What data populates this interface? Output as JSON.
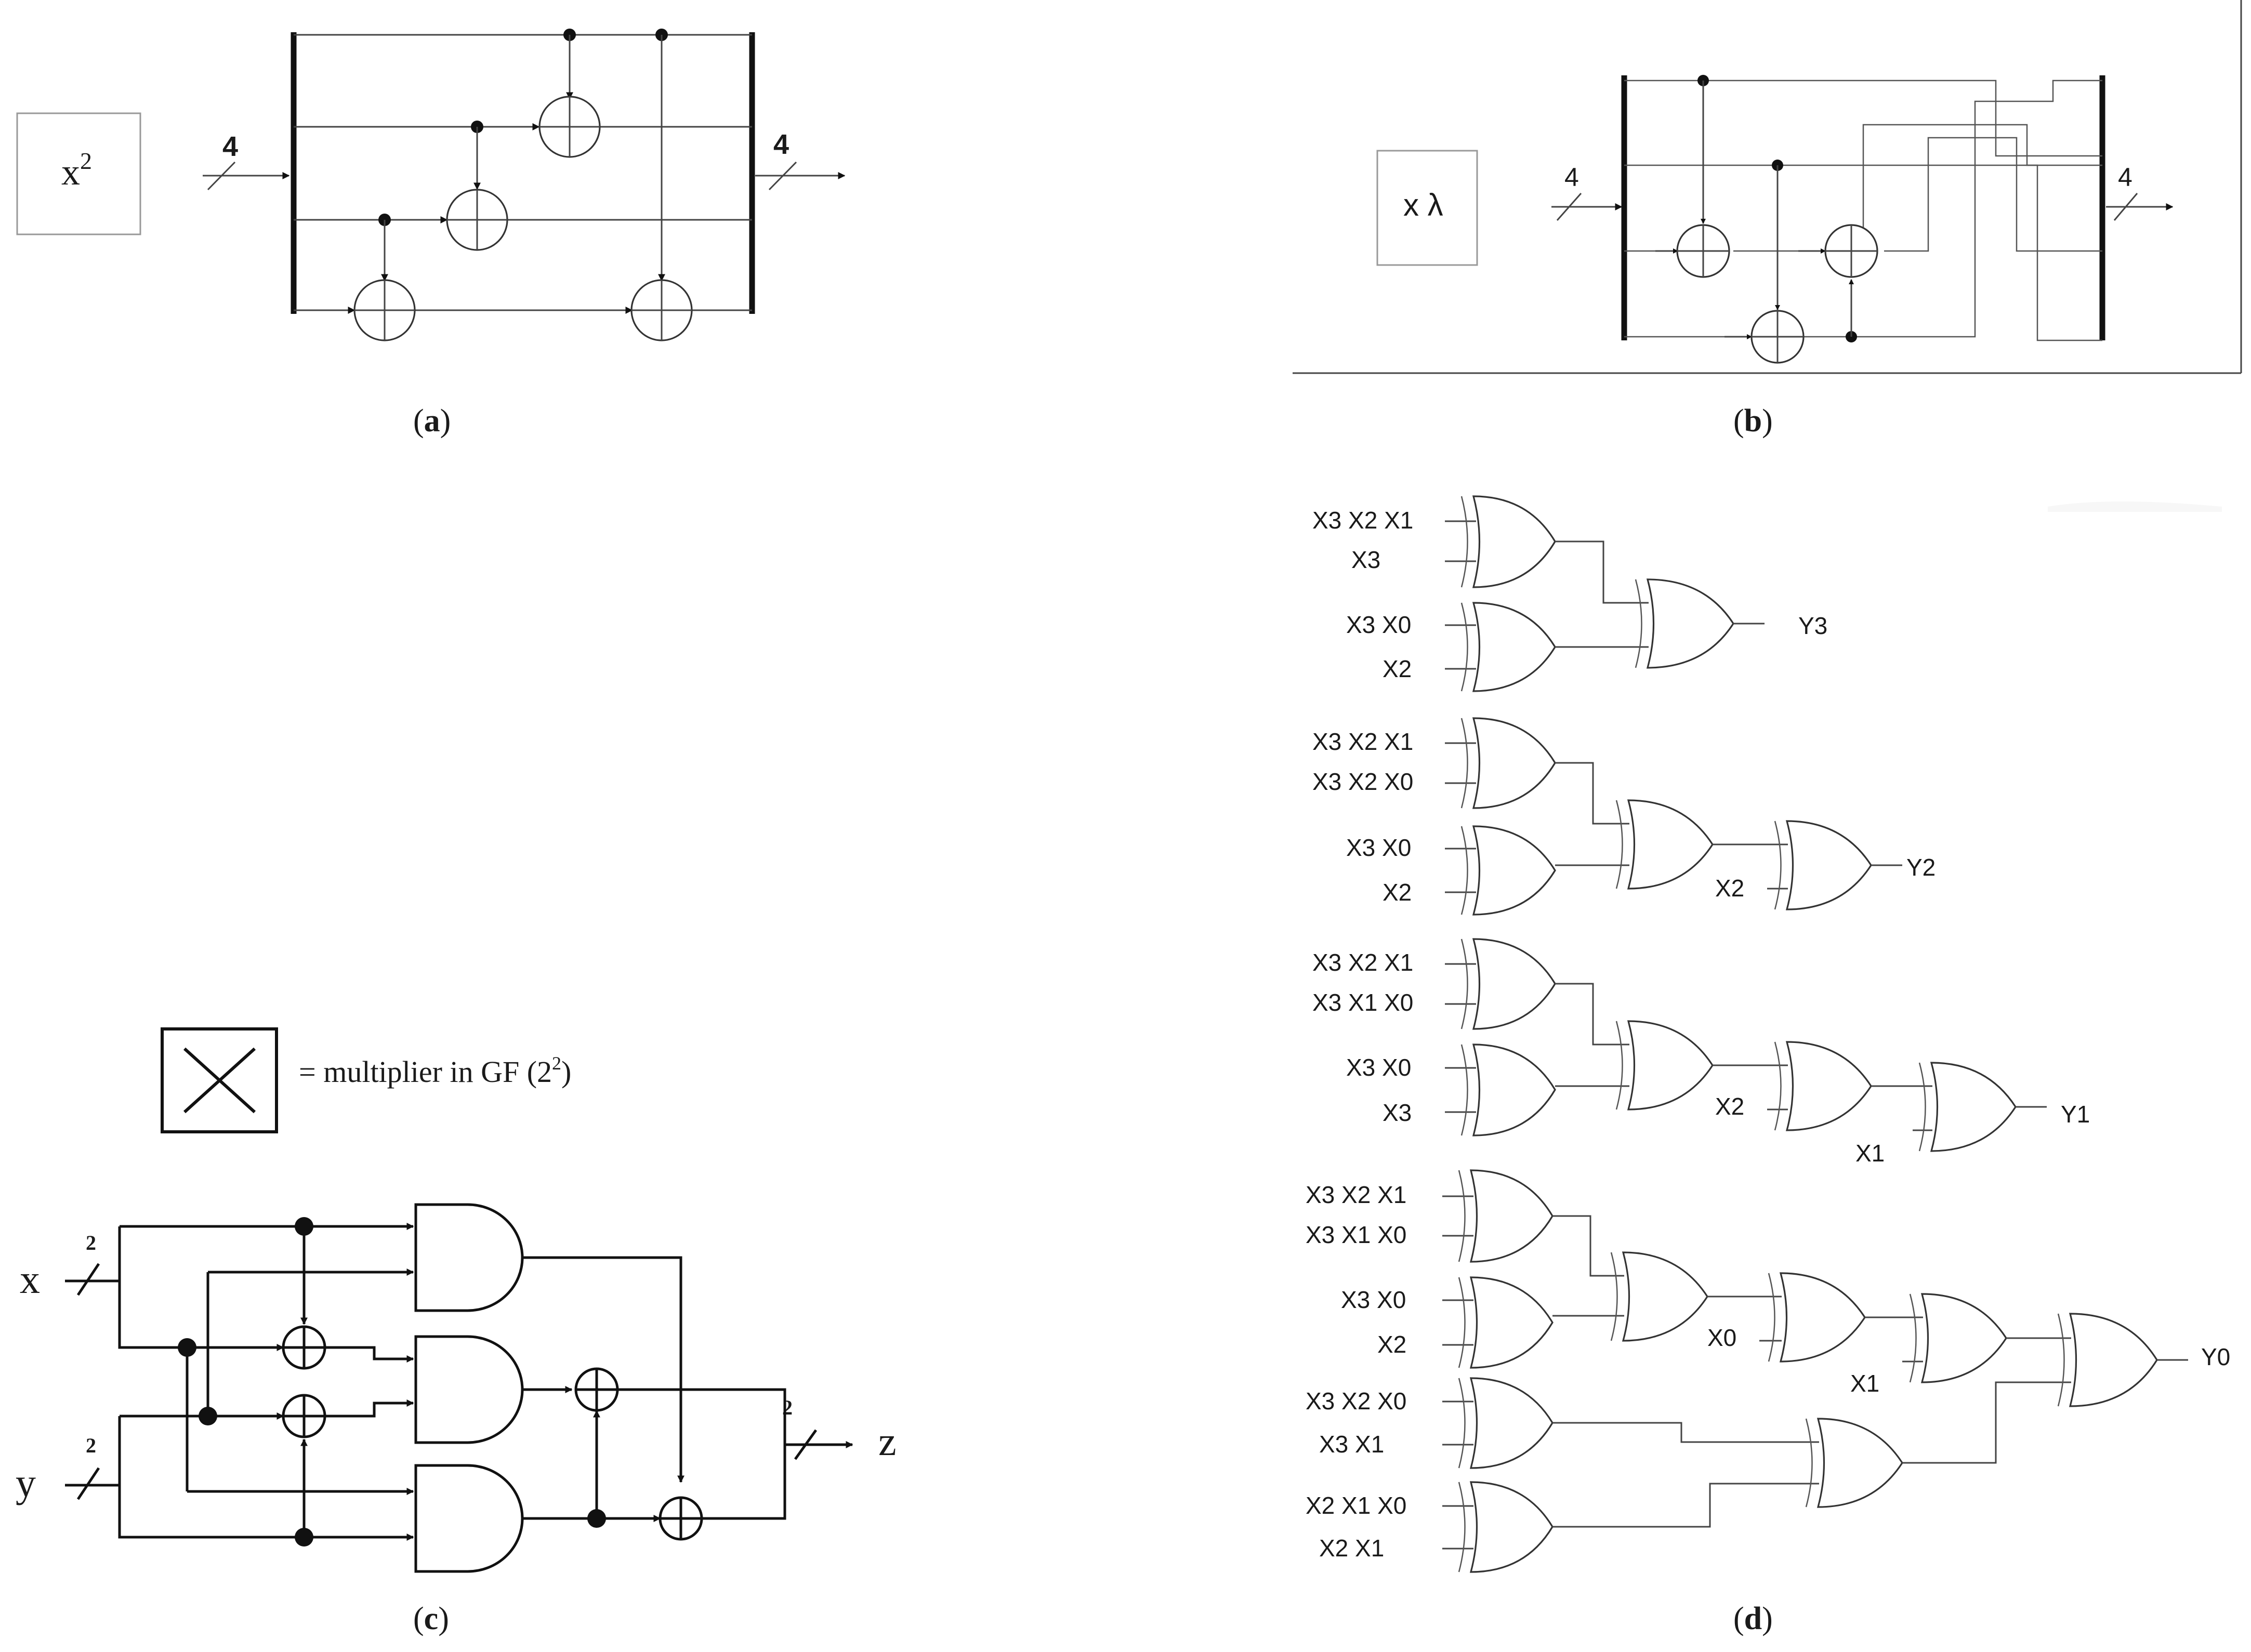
{
  "panels": {
    "a": {
      "caption_open": "(",
      "caption_letter": "a",
      "caption_close": ")",
      "op_label": "x",
      "op_sup": "2",
      "bus_in": "4",
      "bus_out": "4"
    },
    "b": {
      "caption_open": "(",
      "caption_letter": "b",
      "caption_close": ")",
      "op_label": "x λ",
      "bus_in": "4",
      "bus_out": "4"
    },
    "c": {
      "caption_open": "(",
      "caption_letter": "c",
      "caption_close": ")",
      "legend_text": "= multiplier in GF (2",
      "legend_sup": "2",
      "legend_close": ")",
      "input_x": "x",
      "input_y": "y",
      "output_z": "z",
      "width_x": "2",
      "width_y": "2",
      "width_z": "2"
    },
    "d": {
      "caption_open": "(",
      "caption_letter": "d",
      "caption_close": ")",
      "y3": {
        "in1": "X3 X2 X1",
        "in2": "X3",
        "in3": "X3 X0",
        "in4": "X2",
        "out": "Y3"
      },
      "y2": {
        "in1": "X3 X2 X1",
        "in2": "X3 X2 X0",
        "in3": "X3 X0",
        "in4": "X2",
        "mid": "X2",
        "out": "Y2"
      },
      "y1": {
        "in1": "X3 X2 X1",
        "in2": "X3 X1 X0",
        "in3": "X3 X0",
        "in4": "X3",
        "mid1": "X2",
        "mid2": "X1",
        "out": "Y1"
      },
      "y0": {
        "in1": "X3 X2 X1",
        "in2": "X3 X1 X0",
        "in3": "X3 X0",
        "in4": "X2",
        "in5": "X3 X2 X0",
        "in6": "X3 X1",
        "in7": "X2 X1 X0",
        "in8": "X2 X1",
        "mid1": "X0",
        "mid2": "X1",
        "out": "Y0"
      }
    }
  }
}
